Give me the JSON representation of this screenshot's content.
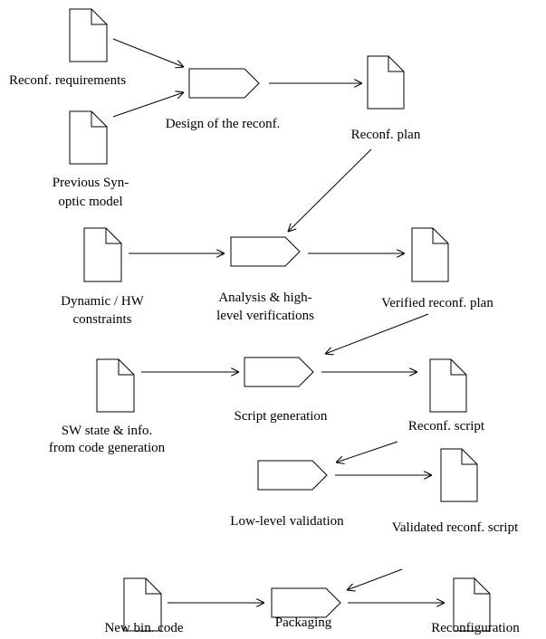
{
  "labels": {
    "reconf_requirements": "Reconf. requirements",
    "previous_model_1": "Previous Syn-",
    "previous_model_2": "optic model",
    "design": "Design of the reconf.",
    "reconf_plan": "Reconf. plan",
    "dynamic_1": "Dynamic / HW",
    "dynamic_2": "constraints",
    "analysis_1": "Analysis & high-",
    "analysis_2": "level verifications",
    "verified_plan": "Verified reconf. plan",
    "sw_state_1": "SW state & info.",
    "sw_state_2": "from code generation",
    "script_generation": "Script generation",
    "reconf_script": "Reconf. script",
    "low_level_validation": "Low-level validation",
    "validated_script": "Validated reconf. script",
    "new_bin_code": "New bin. code",
    "packaging": "Packaging",
    "reconfiguration": "Reconfiguration"
  }
}
